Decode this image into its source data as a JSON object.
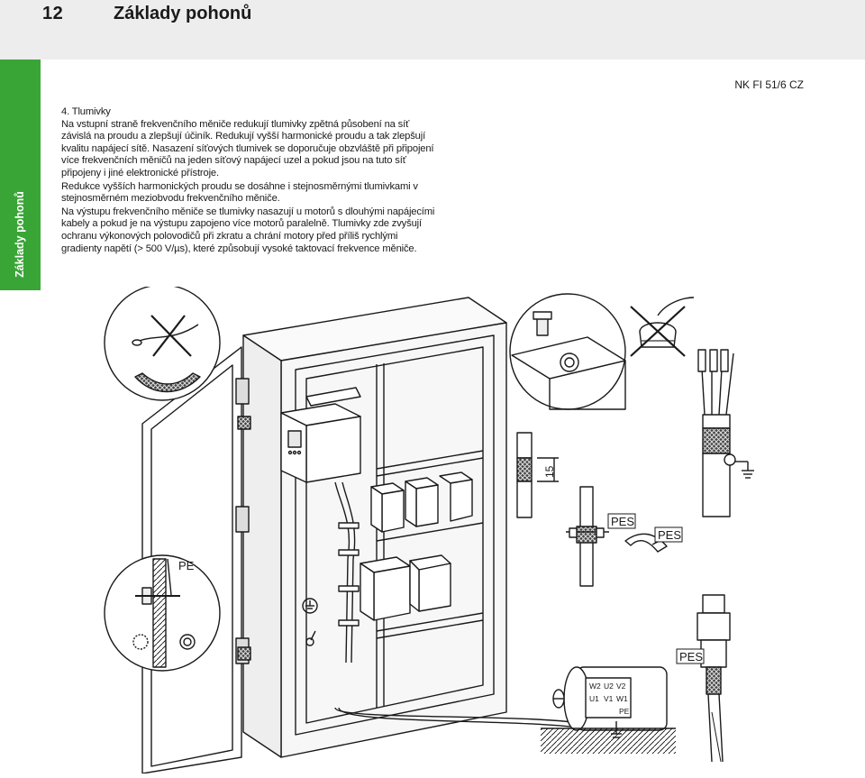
{
  "header": {
    "page_number": "12",
    "title": "Základy pohonů"
  },
  "side_tab": {
    "label": "Základy pohonů",
    "color": "#3aa537"
  },
  "doc_ref": "NK FI 51/6 CZ",
  "content": {
    "heading": "4. Tlumivky",
    "paragraphs": [
      "Na vstupní straně frekvenčního měniče redukují tlumivky zpětná působení na síť závislá na proudu a zlepšují účiník. Redukují vyšší harmonické proudu a tak zlepšují kvalitu napájecí sítě. Nasazení síťových tlumivek se doporučuje obzvláště při připojení více frekvenčních měničů na jeden síťový napájecí uzel a pokud jsou na tuto síť připojeny i jiné elektronické přístroje.",
      "Redukce vyšších harmonických proudu se dosáhne i stejnosměrnými tlumivkami v stejnosměrném meziobvodu frekvenčního měniče.",
      "Na výstupu frekvenčního měniče se tlumivky nasazují u motorů s dlouhými napájecími kabely a pokud je na výstupu zapojeno více motorů paralelně. Tlumivky zde zvyšují ochranu výkonových polovodičů při zkratu a chrání motory před příliš rychlými gradienty napětí (> 500 V/µs), které způsobují vysoké taktovací frekvence měniče."
    ]
  },
  "figure": {
    "labels": {
      "pe": "PE",
      "pes_1": "PES",
      "pes_2": "PES",
      "pes_3": "PES",
      "dimension": "15",
      "terminal_top": [
        "W2",
        "U2",
        "V2"
      ],
      "terminal_bottom": [
        "U1",
        "V1",
        "W1"
      ],
      "terminal_pe": "PE"
    }
  }
}
